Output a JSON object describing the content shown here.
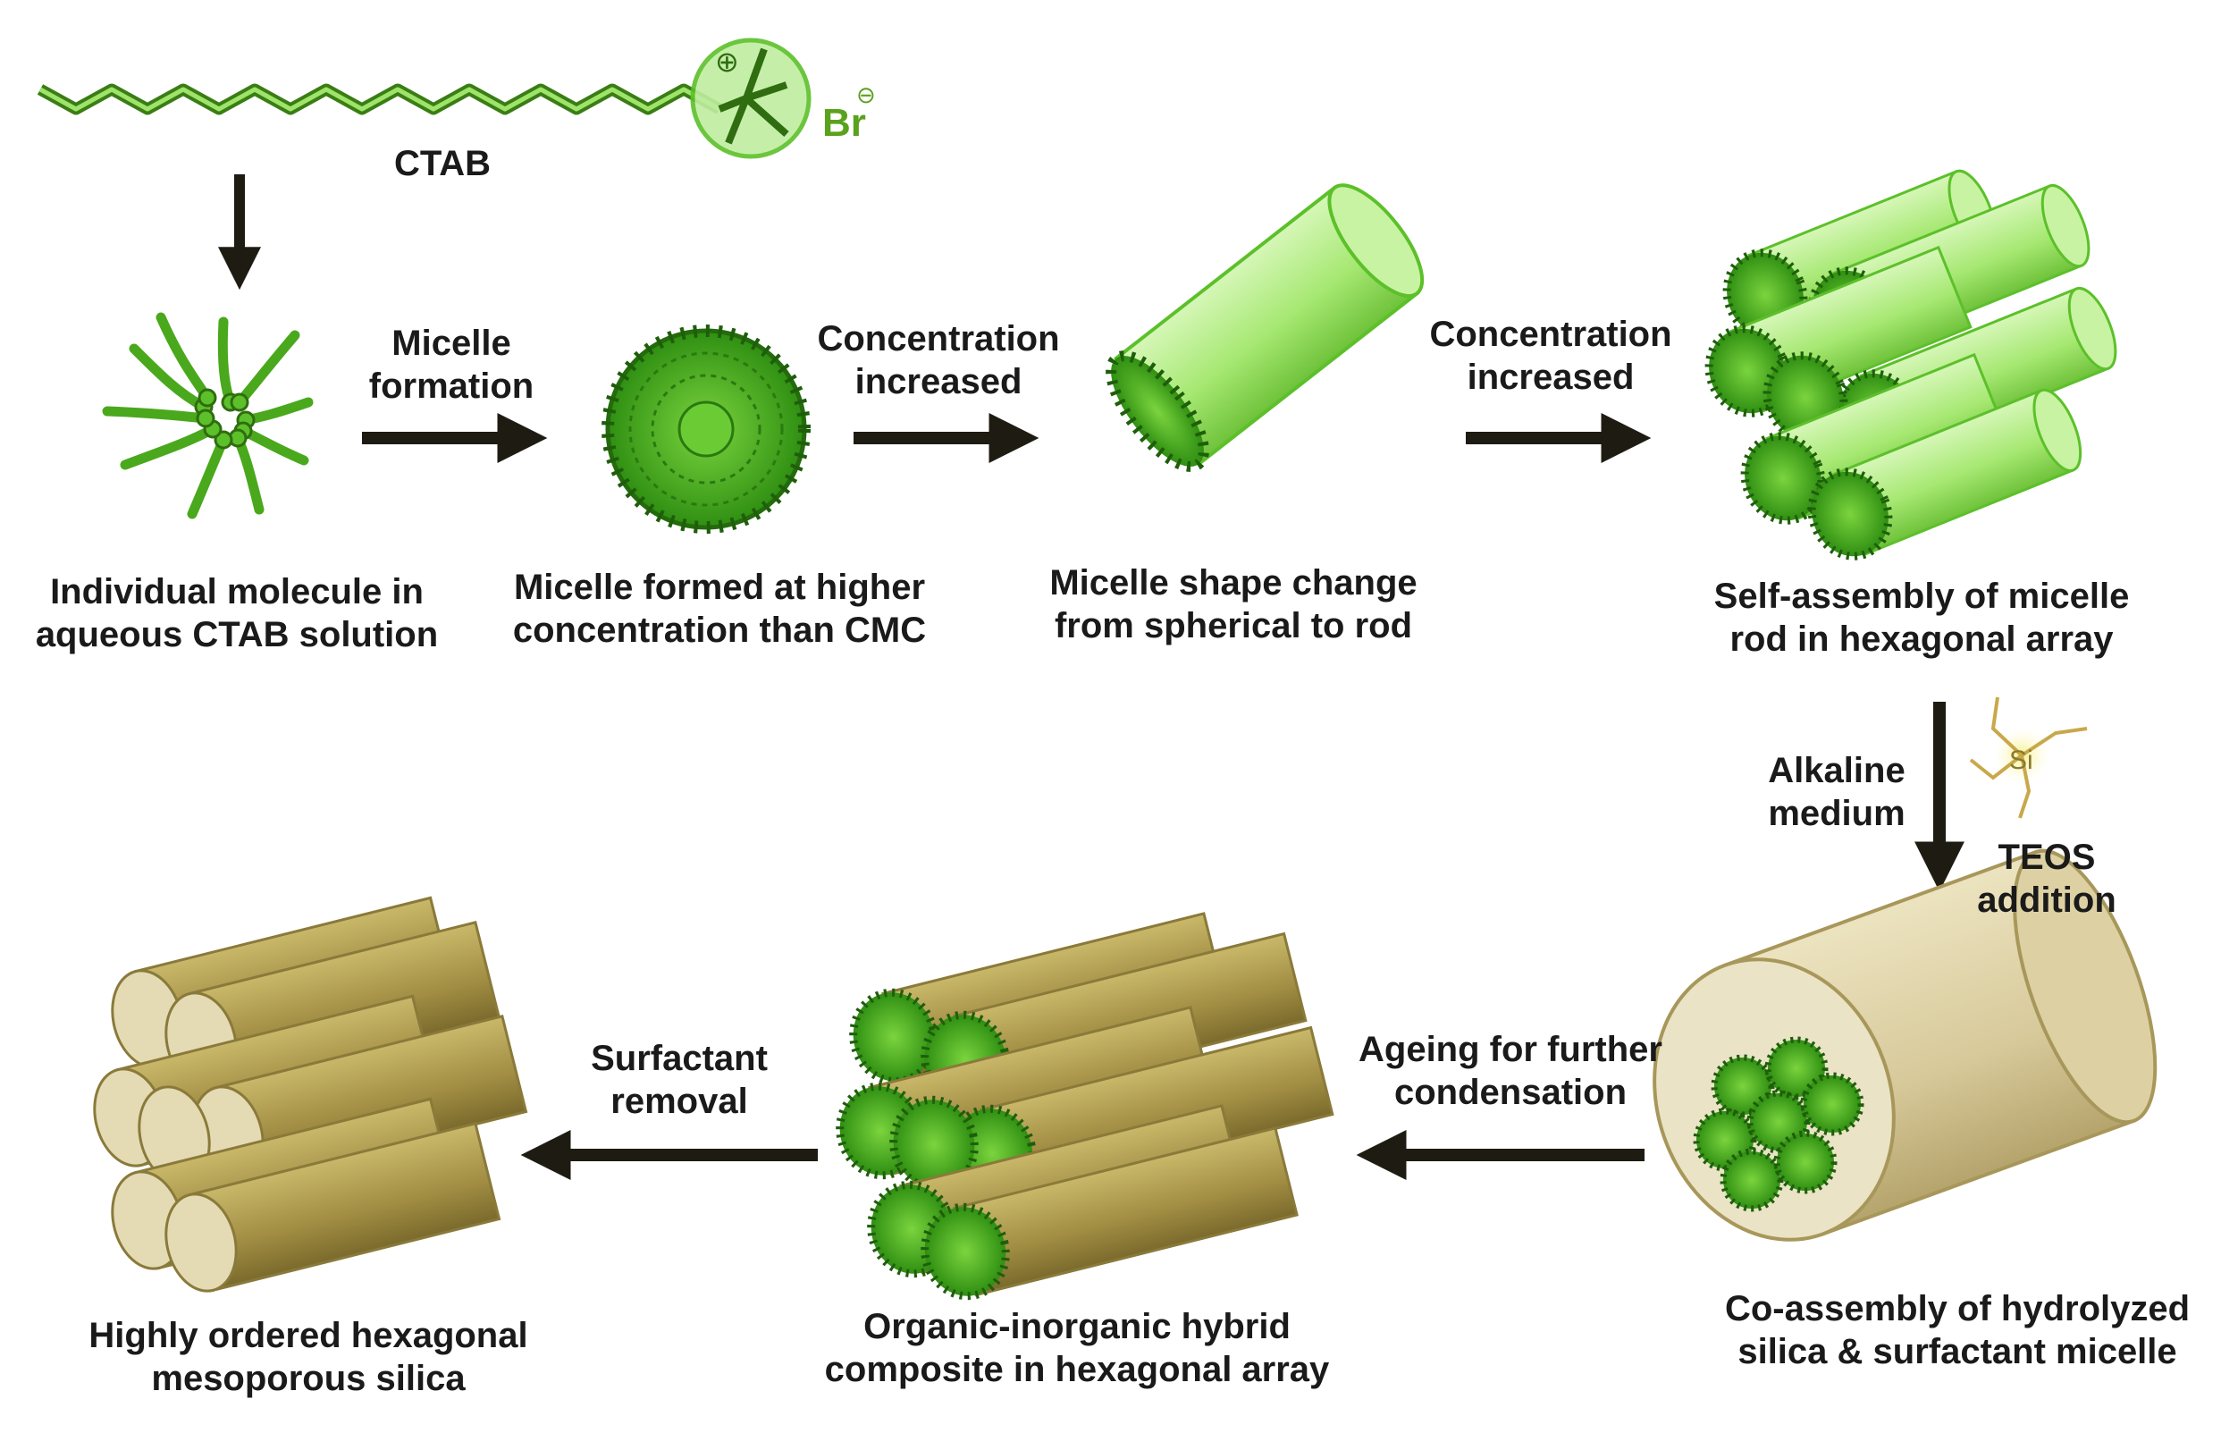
{
  "molecule": {
    "name": "CTAB",
    "counterion": "Br",
    "cation_charge": "⊕",
    "anion_charge": "⊖",
    "teos_atom": "Si"
  },
  "steps": [
    {
      "lines": [
        "Micelle",
        "formation"
      ]
    },
    {
      "lines": [
        "Concentration",
        "increased"
      ]
    },
    {
      "lines": [
        "Concentration",
        "increased"
      ]
    },
    {
      "left": [
        "Alkaline",
        "medium"
      ],
      "right": [
        "TEOS",
        "addition"
      ]
    },
    {
      "lines": [
        "Ageing for further",
        "condensation"
      ]
    },
    {
      "lines": [
        "Surfactant",
        "removal"
      ]
    }
  ],
  "stages": [
    {
      "lines": [
        "Individual molecule in",
        "aqueous CTAB solution"
      ]
    },
    {
      "lines": [
        "Micelle formed at higher",
        "concentration than CMC"
      ]
    },
    {
      "lines": [
        "Micelle shape change",
        "from spherical to rod"
      ]
    },
    {
      "lines": [
        "Self-assembly of micelle",
        "rod in hexagonal array"
      ]
    },
    {
      "lines": [
        "Co-assembly of hydrolyzed",
        "silica & surfactant micelle"
      ]
    },
    {
      "lines": [
        "Organic-inorganic hybrid",
        "composite in hexagonal array"
      ]
    },
    {
      "lines": [
        "Highly ordered hexagonal",
        "mesoporous silica"
      ]
    }
  ],
  "colors": {
    "green_dark": "#2f8f12",
    "green_mid": "#5cc02a",
    "green_light": "#b9ee8c",
    "khaki": "#a9964a",
    "khaki_light": "#dcd2a8",
    "arrow": "#1e1c12",
    "text": "#1a1a1a"
  }
}
